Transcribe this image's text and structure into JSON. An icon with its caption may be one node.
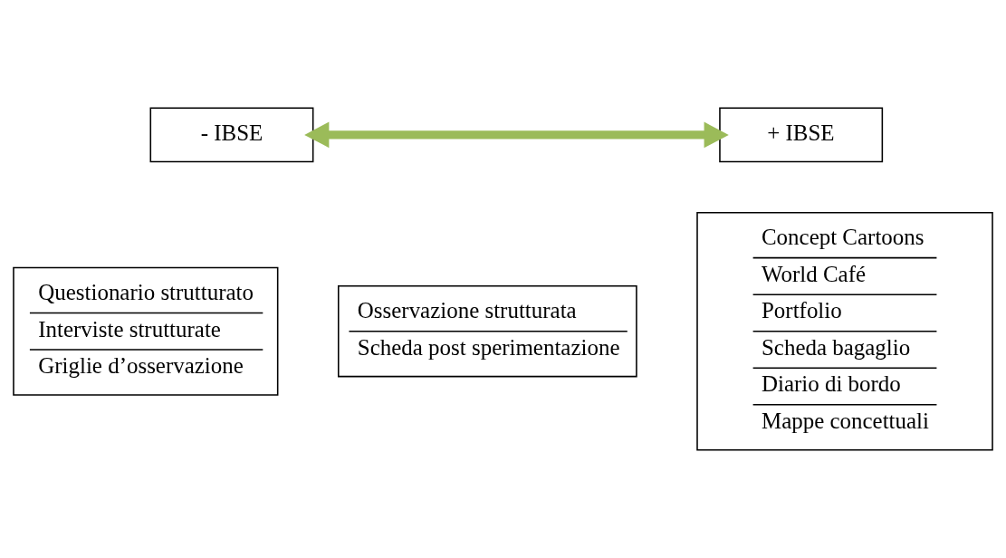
{
  "diagram": {
    "nodes": [
      {
        "text": [
          "- IBSE"
        ]
      },
      {
        "text": [
          "+ IBSE"
        ]
      },
      {
        "text": [
          "Questionario strutturato",
          "Interviste strutturate",
          "Griglie d’osservazione"
        ]
      },
      {
        "text": [
          "Osservazione strutturata",
          "Scheda post sperimentazione"
        ]
      },
      {
        "text": [
          "Concept Cartoons",
          "World Café",
          "Portfolio",
          "Scheda bagaglio",
          "Diario di bordo",
          "Mappe concettuali"
        ]
      }
    ],
    "edges": [
      {
        "from": 0,
        "to": 1,
        "arrow": "both",
        "color": "#9bbb59"
      }
    ]
  }
}
